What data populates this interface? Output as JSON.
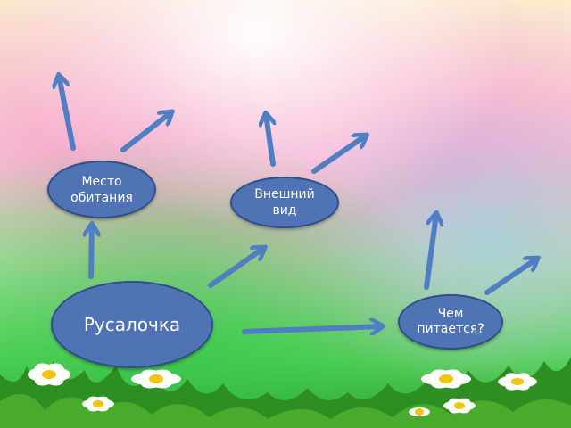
{
  "colors": {
    "node_fill": "#4f73b5",
    "node_border": "#2f4f8a",
    "arrow": "#4f7fc2",
    "text": "#ffffff"
  },
  "nodes": {
    "habitat": "Место обитания",
    "appearance": "Внешний вид",
    "main": "Русалочка",
    "food": "Чем питается?"
  },
  "edges": [
    {
      "from": "main",
      "to": "habitat"
    },
    {
      "from": "main",
      "to": "appearance"
    },
    {
      "from": "main",
      "to": "food"
    }
  ],
  "open_arrows": {
    "habitat": 2,
    "appearance": 2,
    "food": 2
  },
  "decor_icons": [
    "daisy-icon",
    "grass-icon"
  ]
}
